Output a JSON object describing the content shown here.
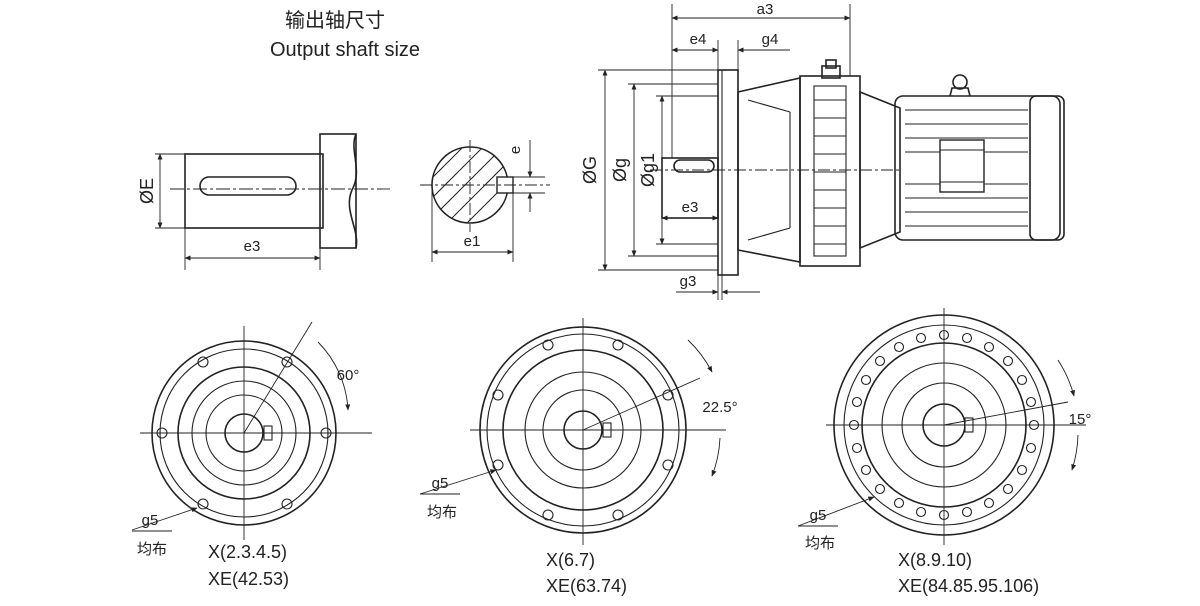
{
  "title": {
    "zh": "输出轴尺寸",
    "en": "Output shaft size"
  },
  "shaft_view": {
    "dia": "ØE",
    "len": "e3"
  },
  "key_section": {
    "e": "e",
    "e1": "e1"
  },
  "side_view": {
    "a3": "a3",
    "e4": "e4",
    "g4": "g4",
    "dG": "ØG",
    "dg": "Øg",
    "dg1": "Øg1",
    "e3": "e3",
    "g3": "g3"
  },
  "flanges": [
    {
      "angle": "60°",
      "hole": "g5",
      "spread": "均布",
      "model_x": "X(2.3.4.5)",
      "model_xe": "XE(42.53)"
    },
    {
      "angle": "22.5°",
      "hole": "g5",
      "spread": "均布",
      "model_x": "X(6.7)",
      "model_xe": "XE(63.74)"
    },
    {
      "angle": "15°",
      "hole": "g5",
      "spread": "均布",
      "model_x": "X(8.9.10)",
      "model_xe": "XE(84.85.95.106)"
    }
  ]
}
